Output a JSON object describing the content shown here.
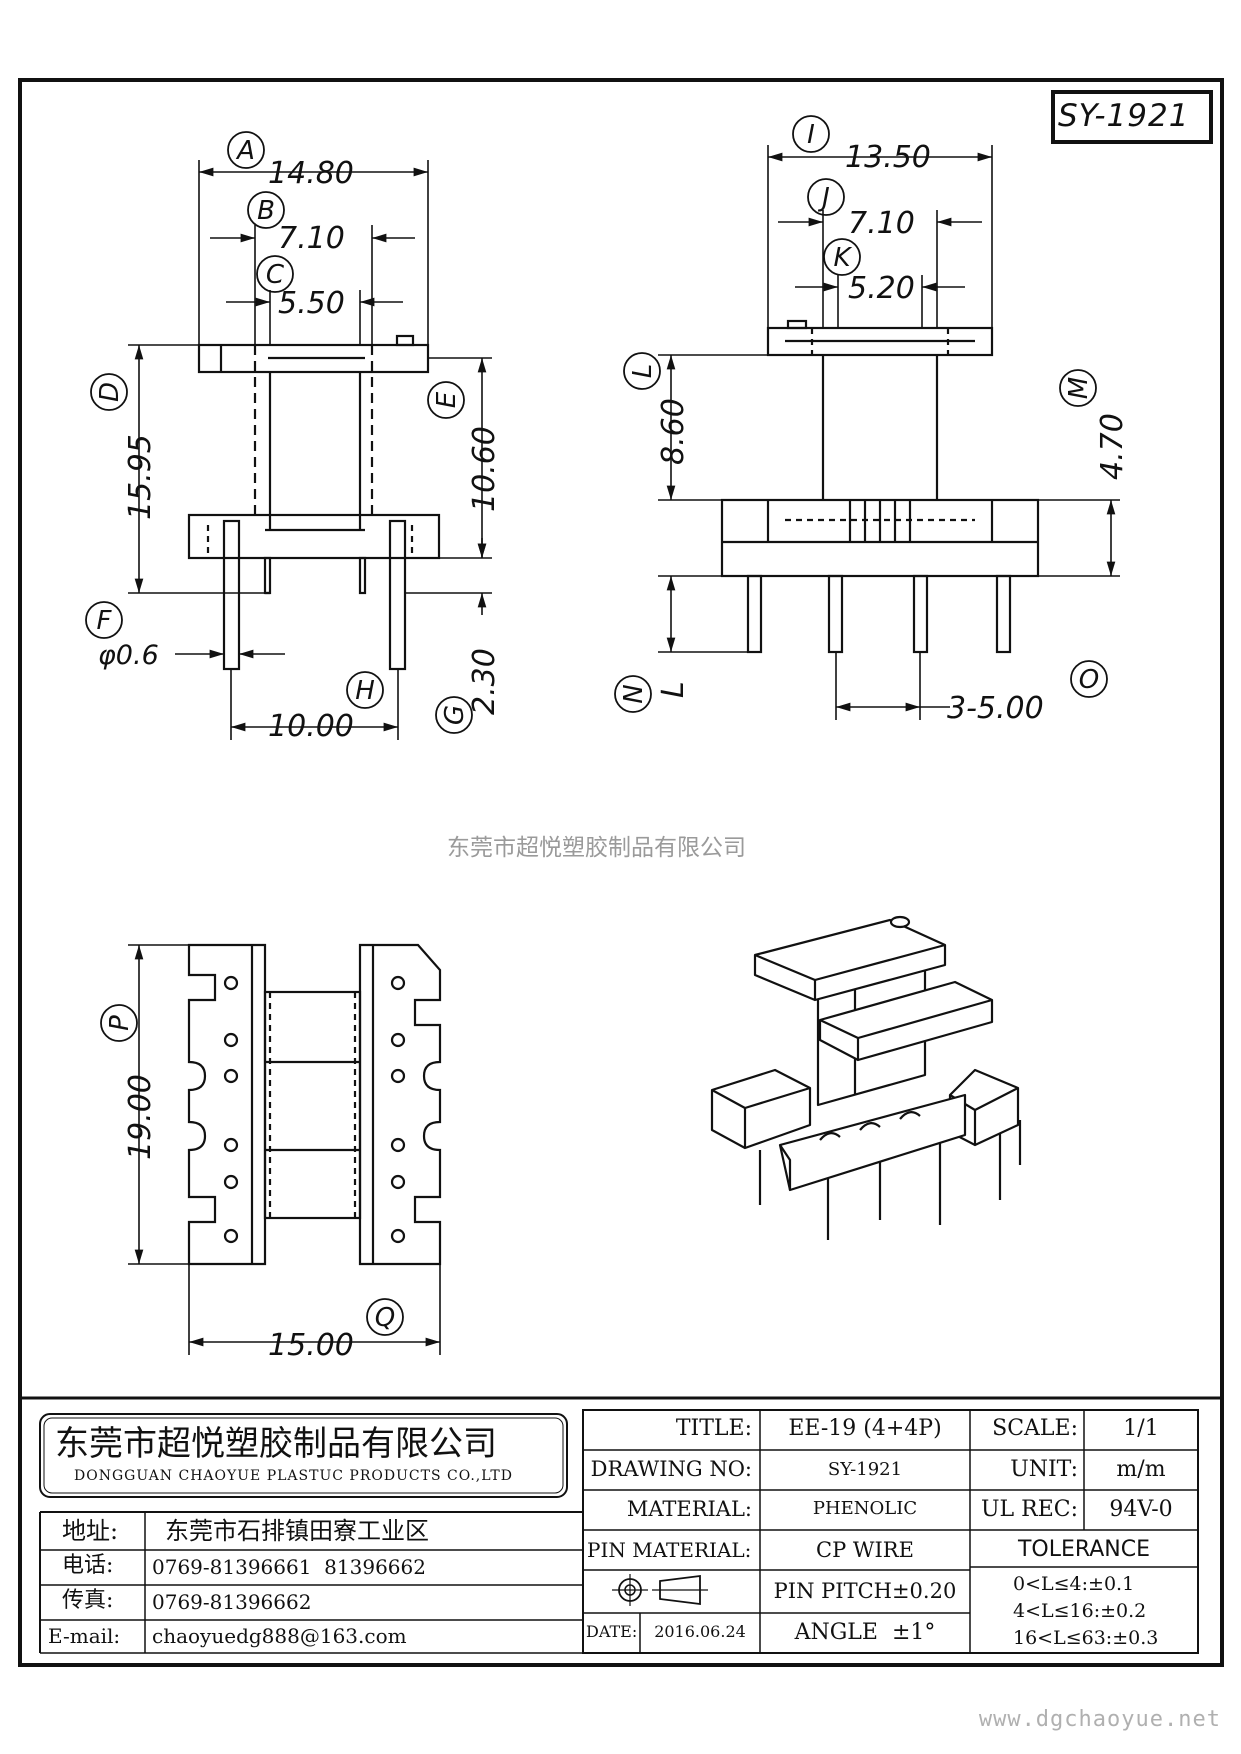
{
  "part_no": "SY-1921",
  "dims": {
    "A": "A",
    "A_val": "14.80",
    "B": "B",
    "B_val": "7.10",
    "C": "C",
    "C_val": "5.50",
    "D": "D",
    "D_val": "15.95",
    "E": "E",
    "E_val": "10.60",
    "F": "F",
    "F_val": "φ0.6",
    "G": "G",
    "G_val": "2.30",
    "H": "H",
    "H_val": "10.00",
    "I": "I",
    "I_val": "13.50",
    "J": "J",
    "J_val": "7.10",
    "K": "K",
    "K_val": "5.20",
    "L": "L",
    "L_val": "8.60",
    "M": "M",
    "M_val": "4.70",
    "N": "N",
    "N_val": "L",
    "O": "O",
    "O_val": "3-5.00",
    "P": "P",
    "P_val": "19.00",
    "Q": "Q",
    "Q_val": "15.00"
  },
  "watermark": "东莞市超悦塑胶制品有限公司",
  "company": {
    "name_cn": "东莞市超悦塑胶制品有限公司",
    "name_en": "DONGGUAN CHAOYUE PLASTUC PRODUCTS CO.,LTD",
    "address_label": "地址:",
    "address": "东莞市石排镇田寮工业区",
    "phone_label": "电话:",
    "phone": "0769-81396661  81396662",
    "fax_label": "传真:",
    "fax": "0769-81396662",
    "email_label": "E-mail:",
    "email": "chaoyuedg888@163.com"
  },
  "spec": {
    "title_label": "TITLE:",
    "title": "EE-19 (4+4P)",
    "drawing_no_label": "DRAWING NO:",
    "drawing_no": "SY-1921",
    "material_label": "MATERIAL:",
    "material": "PHENOLIC",
    "pin_material_label": "PIN MATERIAL:",
    "pin_material": "CP WIRE",
    "pin_pitch": "PIN PITCH±0.20",
    "date_label": "DATE:",
    "date": "2016.06.24",
    "angle": "ANGLE  ±1°",
    "scale_label": "SCALE:",
    "scale": "1/1",
    "unit_label": "UNIT:",
    "unit": "m/m",
    "ul_label": "UL REC:",
    "ul": "94V-0",
    "tolerance_label": "TOLERANCE",
    "tolerances": [
      "0<L≤4:±0.1",
      "4<L≤16:±0.2",
      "16<L≤63:±0.3"
    ]
  },
  "website": "www.dgchaoyue.net"
}
